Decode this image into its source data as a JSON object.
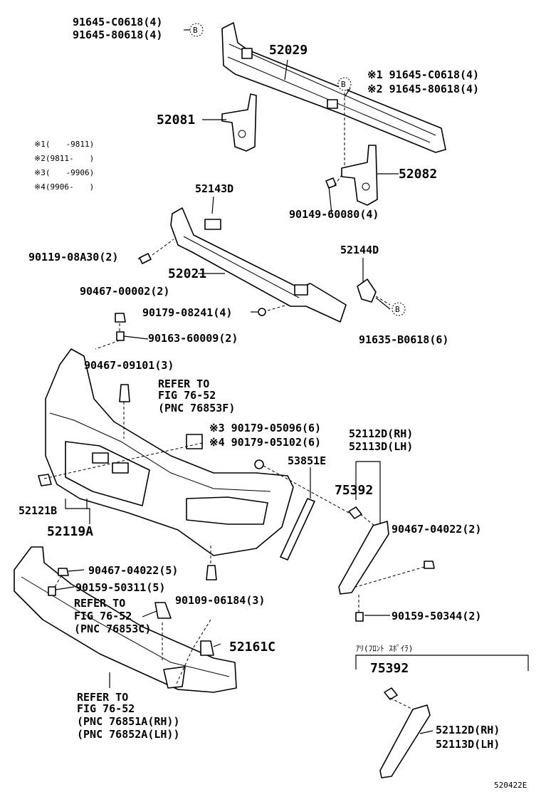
{
  "labels": {
    "p91645_c0618_top": "91645-C0618(4)",
    "p91645_80618_top": "91645-80618(4)",
    "p52029": "52029",
    "p91645_c0618_r": "※1 91645-C0618(4)",
    "p91645_80618_r": "※2 91645-80618(4)",
    "p52081": "52081",
    "p52082": "52082",
    "note1": "※1(　　-9811)",
    "note2": "※2(9811-　　)",
    "note3": "※3(　　-9906)",
    "note4": "※4(9906-　　)",
    "p52143d": "52143D",
    "p90149": "90149-60080(4)",
    "p90119": "90119-08A30(2)",
    "p52144d": "52144D",
    "p52021": "52021",
    "p90467_00002": "90467-00002(2)",
    "p90179_08241": "90179-08241(4)",
    "p90163": "90163-60009(2)",
    "p91635": "91635-B0618(6)",
    "p90467_09101": "90467-09101(3)",
    "ref1_a": "REFER TO",
    "ref1_b": "FIG 76-52",
    "ref1_c": "(PNC 76853F)",
    "p90179_05096": "※3 90179-05096(6)",
    "p90179_05102": "※4 90179-05102(6)",
    "p52112d_a": "52112D(RH)",
    "p52113d_a": "52113D(LH)",
    "p53851e": "53851E",
    "p75392_a": "75392",
    "p52121b": "52121B",
    "p52119a": "52119A",
    "p90467_04022_r": "90467-04022(2)",
    "p90467_04022_l": "90467-04022(5)",
    "p90159_50311": "90159-50311(5)",
    "ref2_a": "REFER TO",
    "ref2_b": "FIG 76-52",
    "ref2_c": "(PNC 76853C)",
    "p90109": "90109-06184(3)",
    "p90159_50344": "90159-50344(2)",
    "p52161c": "52161C",
    "ref3_a": "REFER TO",
    "ref3_b": "FIG 76-52",
    "ref3_c": "(PNC 76851A(RH))",
    "ref3_d": "(PNC 76852A(LH))",
    "spoiler_header": "ｱﾘ(ﾌﾛﾝﾄ ｽﾎﾟｲﾗ)",
    "p75392_b": "75392",
    "p52112d_b": "52112D(RH)",
    "p52113d_b": "52113D(LH)",
    "ref_circle": "B",
    "diagram_code": "520422E"
  }
}
